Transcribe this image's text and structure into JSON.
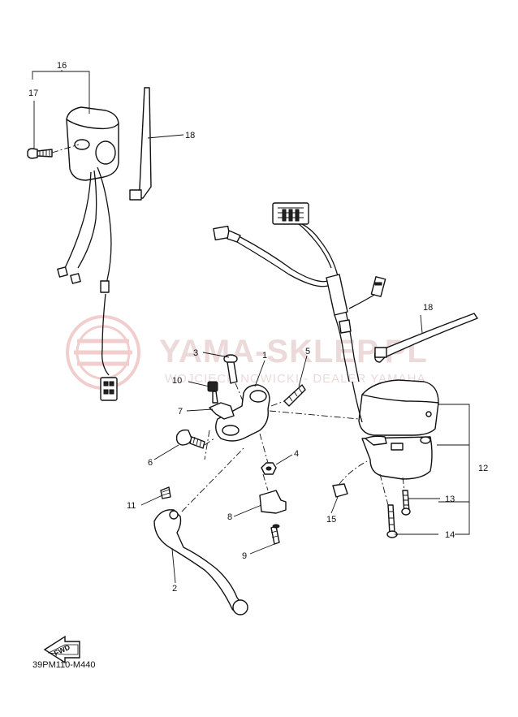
{
  "diagram": {
    "code": "39PM110-M440",
    "fwd_label": "FWD",
    "watermark": {
      "title": "YAMA-SKLEP.PL",
      "subtitle": "WOJCIECH NOWICKI - DEALER YAMAHA"
    },
    "callouts": {
      "c1": "1",
      "c2": "2",
      "c3": "3",
      "c4": "4",
      "c5": "5",
      "c6": "6",
      "c7": "7",
      "c8": "8",
      "c9": "9",
      "c10": "10",
      "c11": "11",
      "c12": "12",
      "c13": "13",
      "c14": "14",
      "c15": "15",
      "c16": "16",
      "c17": "17",
      "c18a": "18",
      "c18b": "18"
    }
  }
}
